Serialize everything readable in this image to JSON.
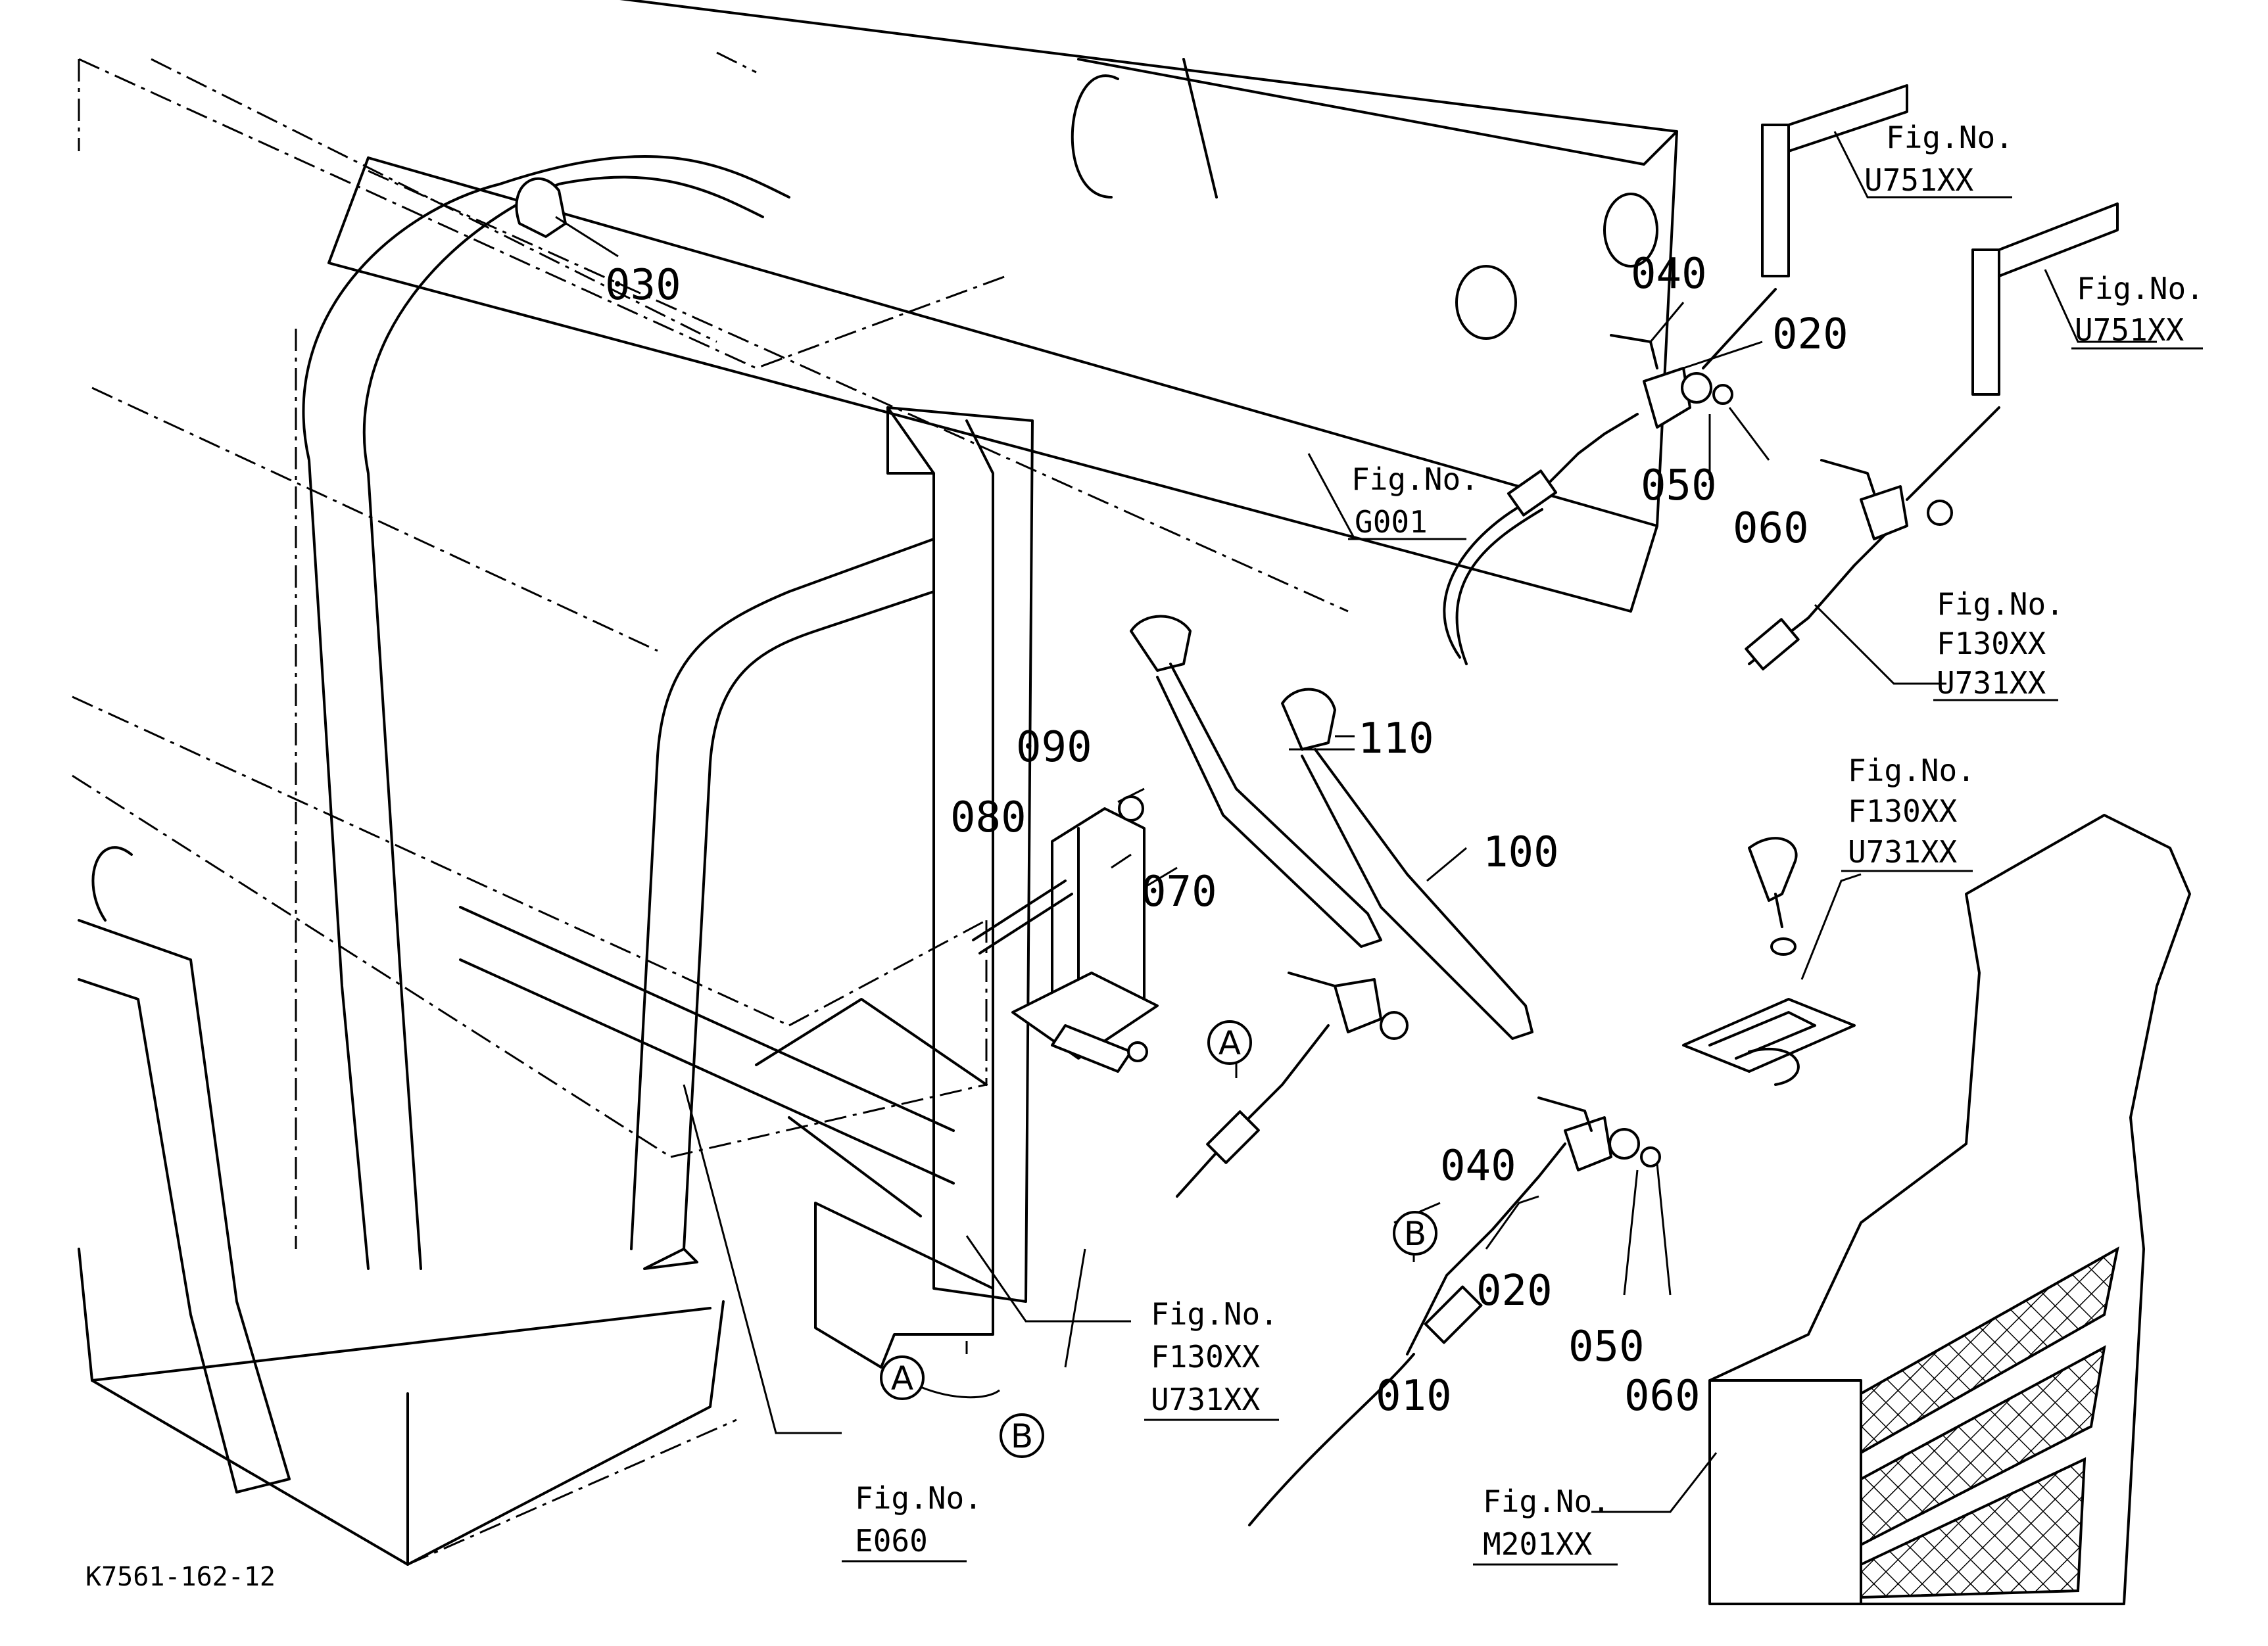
{
  "drawing_id": "K7561-162-12",
  "parts": [
    {
      "id": "p010",
      "text": "010"
    },
    {
      "id": "p020a",
      "text": "020"
    },
    {
      "id": "p020b",
      "text": "020"
    },
    {
      "id": "p030",
      "text": "030"
    },
    {
      "id": "p040a",
      "text": "040"
    },
    {
      "id": "p040b",
      "text": "040"
    },
    {
      "id": "p050a",
      "text": "050"
    },
    {
      "id": "p050b",
      "text": "050"
    },
    {
      "id": "p060a",
      "text": "060"
    },
    {
      "id": "p060b",
      "text": "060"
    },
    {
      "id": "p070",
      "text": "070"
    },
    {
      "id": "p080",
      "text": "080"
    },
    {
      "id": "p090",
      "text": "090"
    },
    {
      "id": "p100",
      "text": "100"
    },
    {
      "id": "p110",
      "text": "110"
    }
  ],
  "fig_refs": [
    {
      "id": "f1",
      "label": "Fig.No.",
      "code": "U751XX"
    },
    {
      "id": "f2",
      "label": "Fig.No.",
      "code": "U751XX"
    },
    {
      "id": "f3",
      "label": "Fig.No.",
      "code": "G001"
    },
    {
      "id": "f4",
      "label": "Fig.No.",
      "code": "F130XX",
      "code2": "U731XX"
    },
    {
      "id": "f5",
      "label": "Fig.No.",
      "code": "F130XX",
      "code2": "U731XX"
    },
    {
      "id": "f6",
      "label": "Fig.No.",
      "code": "F130XX",
      "code2": "U731XX"
    },
    {
      "id": "f7",
      "label": "Fig.No.",
      "code": "E060"
    },
    {
      "id": "f8",
      "label": "Fig.No.",
      "code": "M201XX"
    }
  ],
  "markers": {
    "a": "A",
    "b": "B"
  }
}
